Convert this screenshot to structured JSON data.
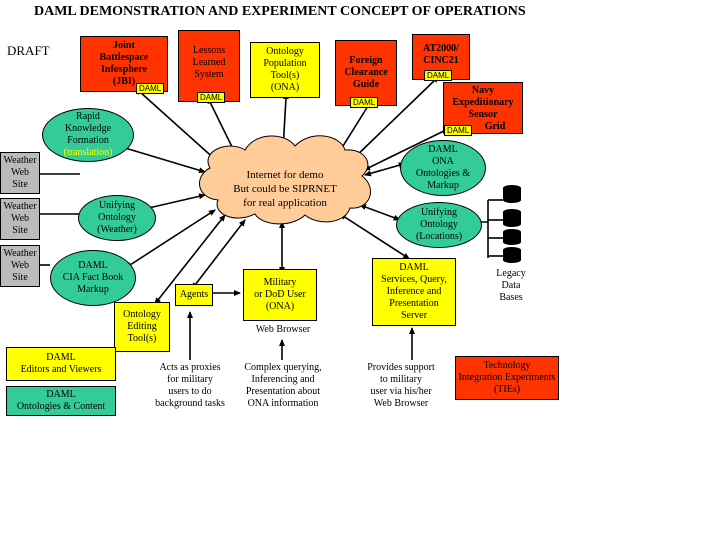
{
  "title": "DAML DEMONSTRATION AND EXPERIMENT CONCEPT OF OPERATIONS",
  "draft": "DRAFT",
  "cloud": "Internet for demo\nBut could be SIPRNET\nfor real application",
  "tag": "DAML",
  "red_boxes": {
    "jbi": "Joint\nBattlespace\nInfosphere\n(JBI)",
    "lessons": "Lessons\nLearned\nSystem",
    "foreign": "Foreign\nClearance\nGuide",
    "at2000": "AT2000/\nCINC21",
    "navy_a": "Navy\nExpeditionary\nSensor",
    "navy_b": "Grid",
    "tie": "Technology\nIntegration Experiments\n(TIEs)"
  },
  "yellow_boxes": {
    "ona_pop": "Ontology\nPopulation\nTool(s)\n(ONA)",
    "agents": "Agents",
    "military": "Military\nor DoD User\n(ONA)",
    "services": "DAML\nServices, Query,\nInference and\nPresentation\nServer",
    "editing": "Ontology\nEditing\nTool(s)",
    "editors": "DAML\nEditors and Viewers"
  },
  "green_shapes": {
    "rapid": "Rapid\nKnowledge\nFormation",
    "rapid_sub": "(translation)",
    "unify_weather": "Unifying\nOntology\n(Weather)",
    "cia": "DAML\nCIA Fact Book\nMarkup",
    "ona_ont": "DAML\nONA\nOntologies &\nMarkup",
    "unify_loc": "Unifying\nOntology\n(Locations)",
    "ontologies": "DAML\nOntologies & Content"
  },
  "weather_sites": [
    "Weather\nWeb\nSite",
    "Weather\nWeb\nSite",
    "Weather\nWeb\nSite"
  ],
  "labels": {
    "web_browser": "Web Browser",
    "legacy": "Legacy\nData\nBases",
    "acts": "Acts as proxies\nfor military\nusers to do\nbackground tasks",
    "complex": "Complex querying,\nInferencing and\nPresentation about\nONA information",
    "provides": "Provides support\nto military\nuser via his/her\nWeb Browser"
  },
  "colors": {
    "red": "#ff3300",
    "yellow": "#ffff00",
    "green": "#33cc99",
    "gray": "#bbbbbb",
    "cloud": "#ffcc99"
  }
}
